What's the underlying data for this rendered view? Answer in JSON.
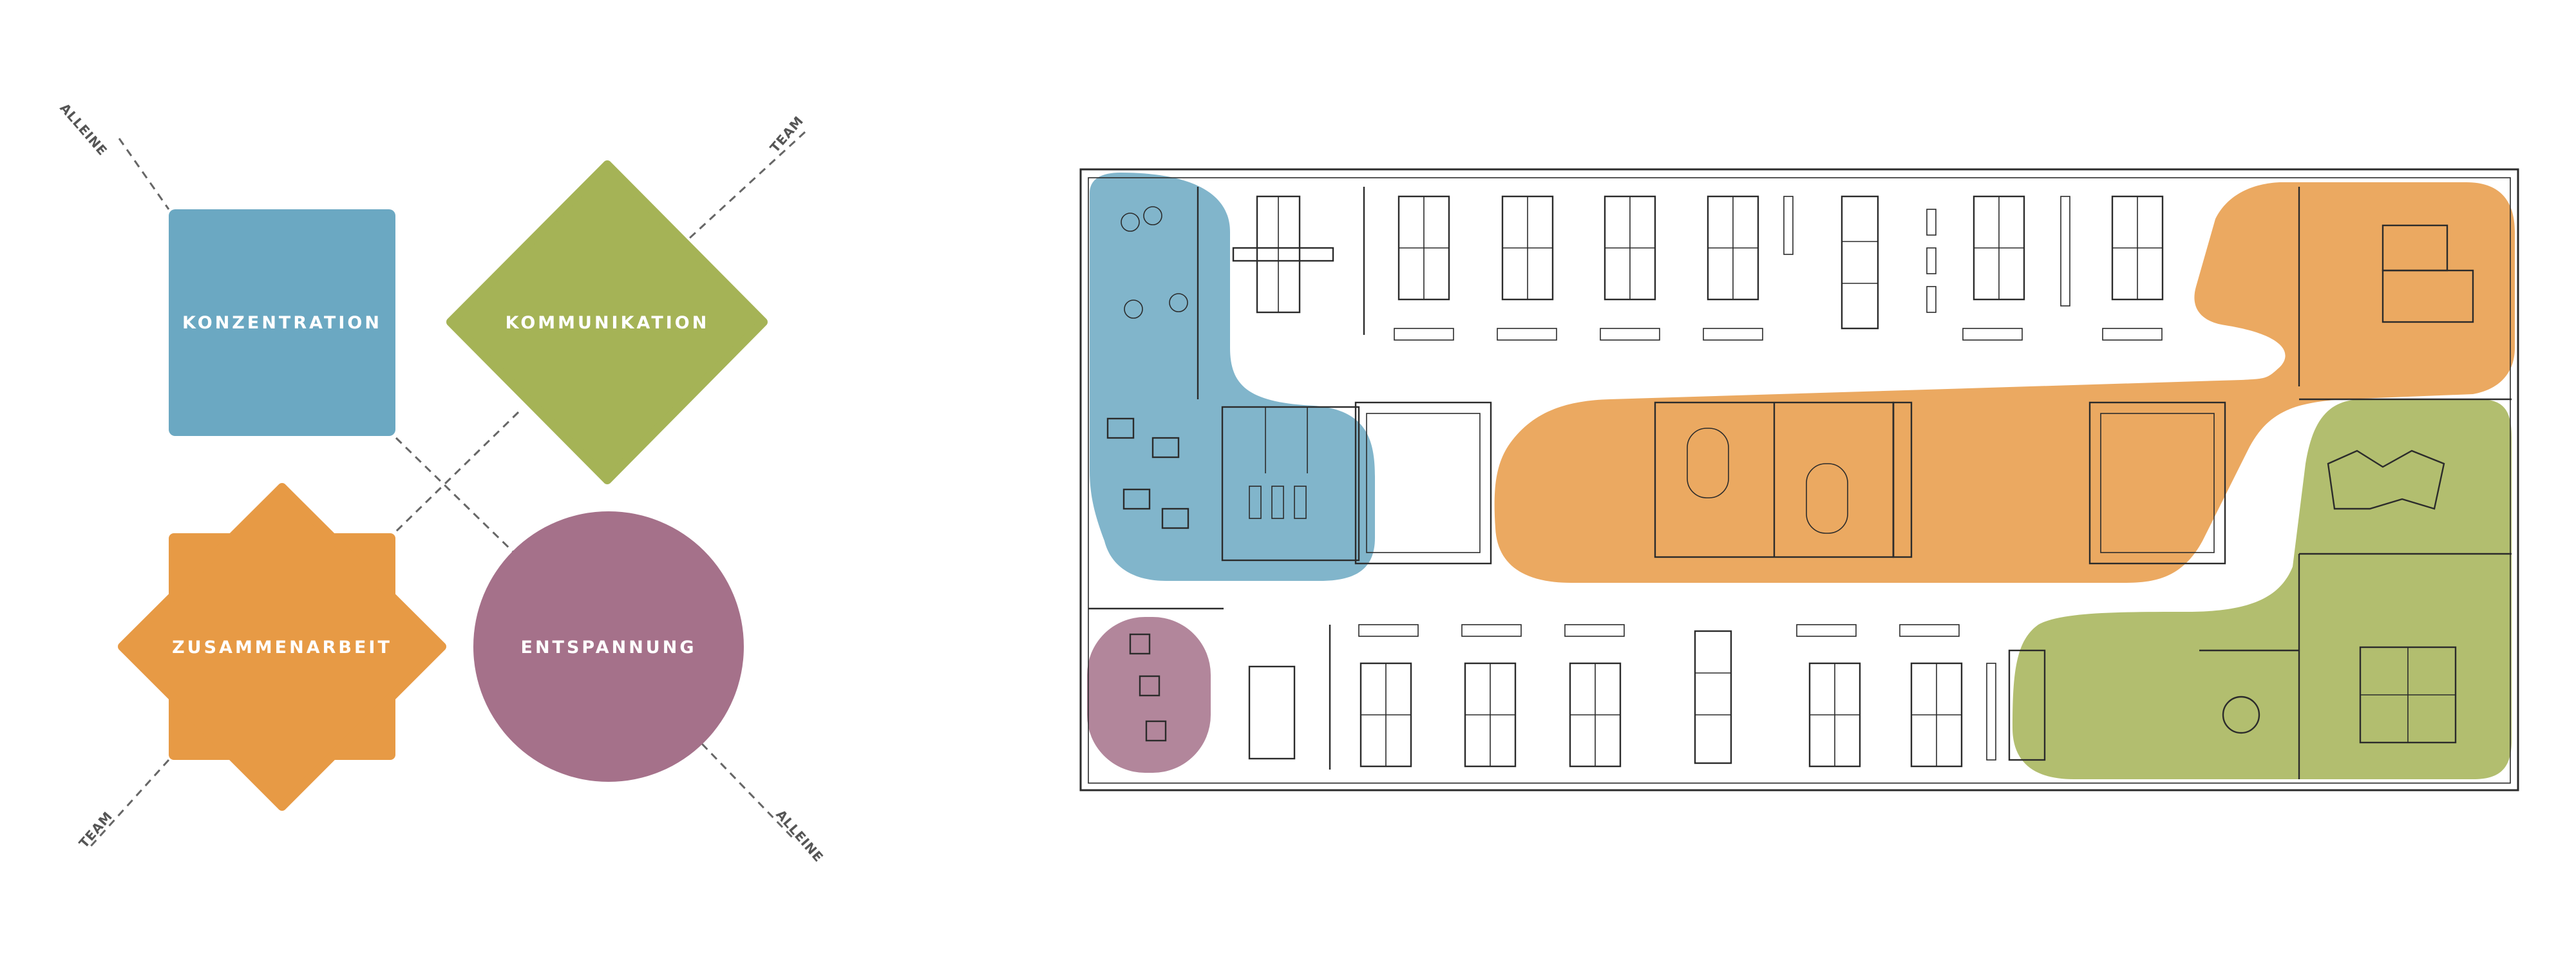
{
  "colors": {
    "konzentration": "#6BA8C2",
    "kommunikation": "#A5B356",
    "zusammenarbeit": "#E79A45",
    "entspannung": "#A5718A",
    "axis": "#666666",
    "plan_line": "#2b2b2b",
    "zone_opacity": 0.85
  },
  "diagram": {
    "shapes": [
      {
        "id": "konzentration",
        "label": "KONZENTRATION",
        "shape": "square"
      },
      {
        "id": "kommunikation",
        "label": "KOMMUNIKATION",
        "shape": "diamond"
      },
      {
        "id": "zusammenarbeit",
        "label": "ZUSAMMENARBEIT",
        "shape": "star"
      },
      {
        "id": "entspannung",
        "label": "ENTSPANNUNG",
        "shape": "circle"
      }
    ],
    "axes": {
      "top_left": "ALLEINE",
      "top_right": "TEAM",
      "bottom_left": "TEAM",
      "bottom_right": "ALLEINE"
    }
  },
  "floorplan": {
    "zones": [
      {
        "id": "konzentration-zone",
        "color_key": "konzentration"
      },
      {
        "id": "zusammenarbeit-zone",
        "color_key": "zusammenarbeit"
      },
      {
        "id": "kommunikation-zone",
        "color_key": "kommunikation"
      },
      {
        "id": "entspannung-zone",
        "color_key": "entspannung"
      }
    ]
  }
}
